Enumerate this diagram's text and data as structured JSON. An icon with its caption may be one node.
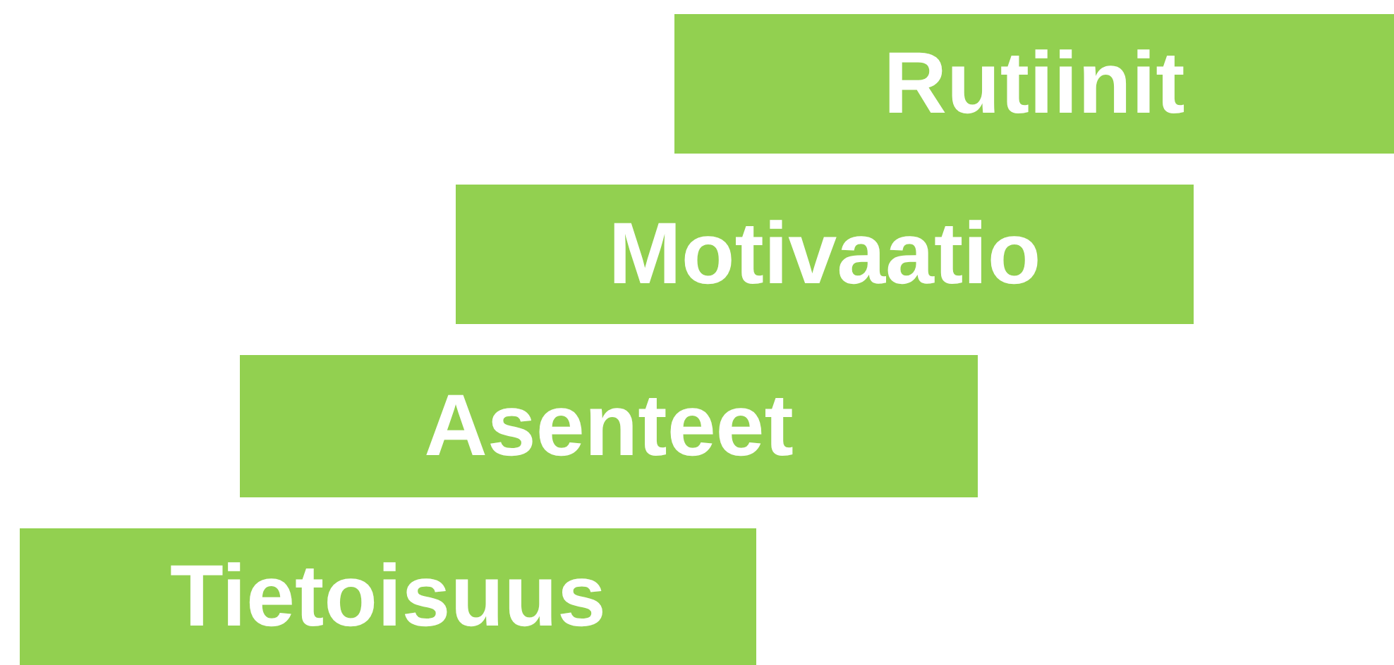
{
  "diagram": {
    "nodes": [
      {
        "text": [
          "Rutiinit"
        ]
      },
      {
        "text": [
          "Motivaatio"
        ]
      },
      {
        "text": [
          "Asenteet"
        ]
      },
      {
        "text": [
          "Tietoisuus"
        ]
      }
    ]
  }
}
